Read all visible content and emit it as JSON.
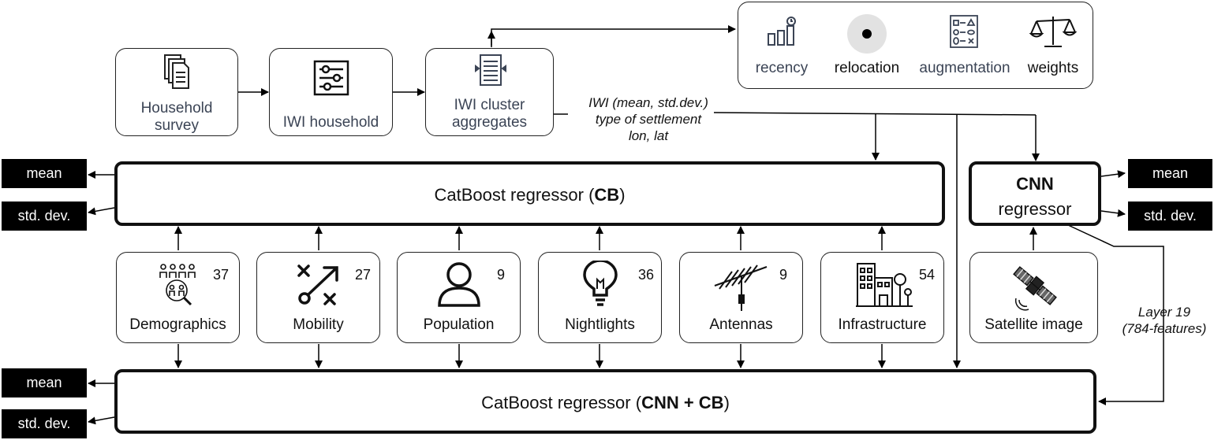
{
  "top_nodes": {
    "survey": {
      "line1": "Household",
      "line2": "survey"
    },
    "iwi_household": "IWI household",
    "cluster": {
      "line1": "IWI cluster",
      "line2": "aggregates"
    }
  },
  "options": {
    "recency": "recency",
    "relocation": "relocation",
    "augmentation": "augmentation",
    "weights": "weights"
  },
  "edge_label": {
    "line1": "IWI (mean, std.dev.)",
    "line2": "type of settlement",
    "line3": "lon, lat"
  },
  "cb": {
    "prefix": "CatBoost regressor (",
    "bold": "CB",
    "suffix": ")"
  },
  "cnn": {
    "line1": "CNN",
    "line2": "regressor"
  },
  "cnn_cb": {
    "prefix": "CatBoost regressor (",
    "bold": "CNN + CB",
    "suffix": ")"
  },
  "outputs": {
    "mean": "mean",
    "std": "std. dev."
  },
  "features": [
    {
      "name": "Demographics",
      "count": "37"
    },
    {
      "name": "Mobility",
      "count": "27"
    },
    {
      "name": "Population",
      "count": "9"
    },
    {
      "name": "Nightlights",
      "count": "36"
    },
    {
      "name": "Antennas",
      "count": "9"
    },
    {
      "name": "Infrastructure",
      "count": "54"
    }
  ],
  "satellite": "Satellite image",
  "layer_label": {
    "line1": "Layer 19",
    "line2": "(784-features)"
  }
}
